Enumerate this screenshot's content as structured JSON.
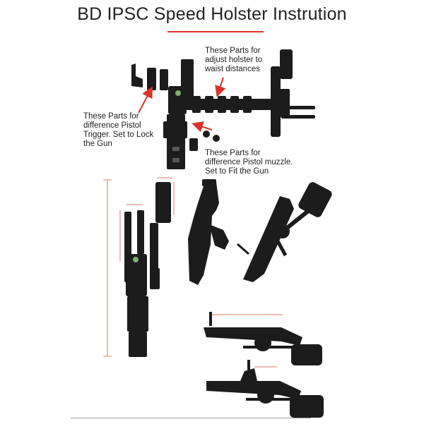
{
  "title": "BD IPSC Speed Holster Instrution",
  "annotations": {
    "waist_lines": [
      "These Parts for",
      "adjust holster to",
      "waist distances"
    ],
    "trigger_lines": [
      "These Parts for",
      "difference Pistol",
      "Trigger. Set to Lock",
      "the Gun"
    ],
    "muzzle_lines": [
      "These Parts for",
      "difference Pistol muzzle.",
      "Set to Fit the Gun"
    ]
  },
  "colors": {
    "accent": "#d9332b",
    "part": "#1c1c1c"
  }
}
